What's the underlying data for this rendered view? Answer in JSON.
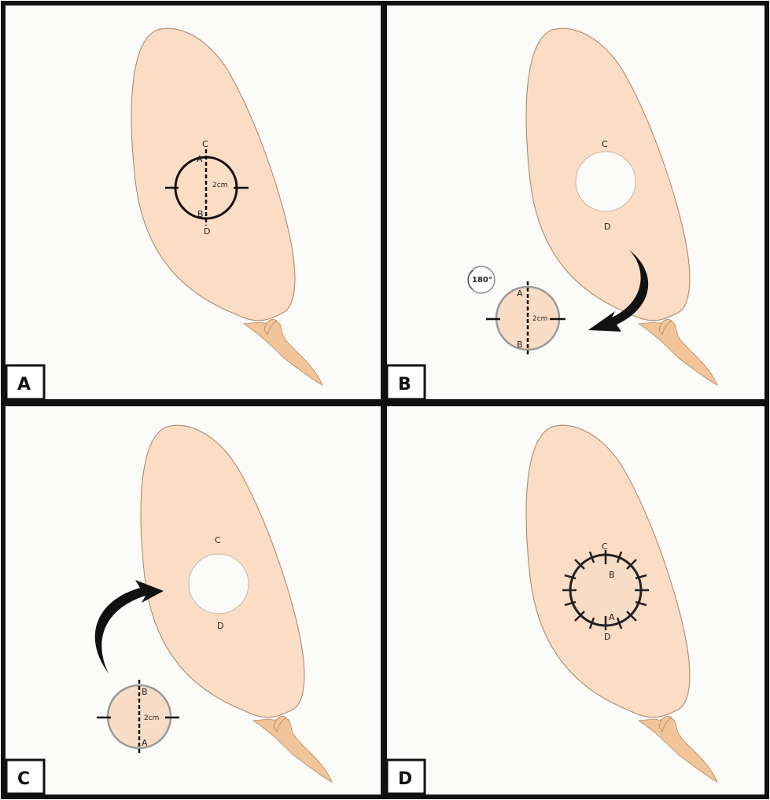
{
  "panels": [
    {
      "letter": "A",
      "labels": {
        "top": "C",
        "inner_top": "A",
        "inner_bottom": "B",
        "bottom": "D",
        "diameter": "2cm"
      }
    },
    {
      "letter": "B",
      "labels": {
        "top": "C",
        "bottom": "D",
        "graft_top": "A",
        "graft_bottom": "B",
        "diameter": "2cm",
        "rotation": "180°"
      }
    },
    {
      "letter": "C",
      "labels": {
        "top": "C",
        "bottom": "D",
        "graft_top": "B",
        "graft_bottom": "A",
        "diameter": "2cm"
      }
    },
    {
      "letter": "D",
      "labels": {
        "top": "C",
        "inner_top": "B",
        "inner_bottom": "A",
        "bottom": "D"
      }
    }
  ],
  "colors": {
    "tissue": "#fbdcc4",
    "tendon": "#f2c49a",
    "frame": "#111111",
    "background": "#fbfbf9"
  }
}
